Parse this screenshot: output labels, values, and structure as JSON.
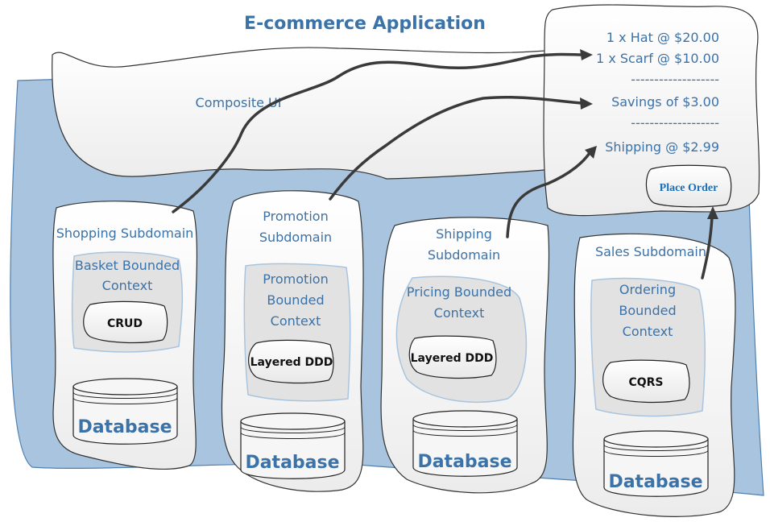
{
  "title": "E-commerce Application",
  "composite_ui": {
    "label": "Composite UI"
  },
  "receipt": {
    "lines": [
      "1 x Hat @ $20.00",
      "1 x Scarf @ $10.00",
      "-------------------",
      "Savings of $3.00",
      "-------------------",
      "Shipping @ $2.99"
    ],
    "place_order_label": "Place Order"
  },
  "subdomains": [
    {
      "name": [
        "Shopping Subdomain"
      ],
      "context": [
        "Basket Bounded",
        "Context"
      ],
      "pattern": "CRUD",
      "database": "Database"
    },
    {
      "name": [
        "Promotion",
        "Subdomain"
      ],
      "context": [
        "Promotion",
        "Bounded",
        "Context"
      ],
      "pattern": "Layered DDD",
      "database": "Database"
    },
    {
      "name": [
        "Shipping",
        "Subdomain"
      ],
      "context": [
        "Pricing Bounded",
        "Context"
      ],
      "pattern": "Layered DDD",
      "database": "Database"
    },
    {
      "name": [
        "Sales Subdomain"
      ],
      "context": [
        "Ordering",
        "Bounded",
        "Context"
      ],
      "pattern": "CQRS",
      "database": "Database"
    }
  ],
  "colors": {
    "label_blue": "#3b72a8",
    "background_blue": "#a9c4de",
    "button_text": "#1a6fb8",
    "arrow": "#3a3a3a"
  }
}
